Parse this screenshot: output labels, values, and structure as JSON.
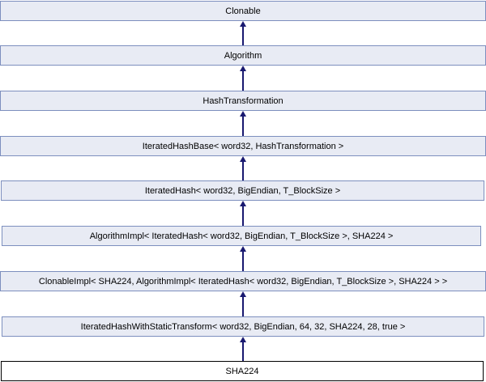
{
  "diagram": {
    "kind": "class-inheritance-diagram",
    "current_class": "SHA224",
    "colors": {
      "node_fill": "#e8ebf4",
      "node_border": "#7d8fbe",
      "current_node_fill": "#ffffff",
      "current_node_border": "#000000",
      "arrow": "#191970",
      "text": "#000000",
      "background": "#ffffff"
    },
    "nodes": [
      {
        "label": "Clonable",
        "current": false
      },
      {
        "label": "Algorithm",
        "current": false
      },
      {
        "label": "HashTransformation",
        "current": false
      },
      {
        "label": "IteratedHashBase< word32, HashTransformation >",
        "current": false
      },
      {
        "label": "IteratedHash< word32, BigEndian, T_BlockSize >",
        "current": false
      },
      {
        "label": "AlgorithmImpl< IteratedHash< word32, BigEndian, T_BlockSize >, SHA224 >",
        "current": false
      },
      {
        "label": "ClonableImpl< SHA224, AlgorithmImpl< IteratedHash< word32, BigEndian, T_BlockSize >, SHA224 > >",
        "current": false
      },
      {
        "label": "IteratedHashWithStaticTransform< word32, BigEndian, 64, 32, SHA224, 28, true >",
        "current": false
      },
      {
        "label": "SHA224",
        "current": true
      }
    ],
    "edges": [
      {
        "from": "Algorithm",
        "to": "Clonable",
        "type": "inheritance"
      },
      {
        "from": "HashTransformation",
        "to": "Algorithm",
        "type": "inheritance"
      },
      {
        "from": "IteratedHashBase< word32, HashTransformation >",
        "to": "HashTransformation",
        "type": "inheritance"
      },
      {
        "from": "IteratedHash< word32, BigEndian, T_BlockSize >",
        "to": "IteratedHashBase< word32, HashTransformation >",
        "type": "inheritance"
      },
      {
        "from": "AlgorithmImpl< IteratedHash< word32, BigEndian, T_BlockSize >, SHA224 >",
        "to": "IteratedHash< word32, BigEndian, T_BlockSize >",
        "type": "inheritance"
      },
      {
        "from": "ClonableImpl< SHA224, AlgorithmImpl< IteratedHash< word32, BigEndian, T_BlockSize >, SHA224 > >",
        "to": "AlgorithmImpl< IteratedHash< word32, BigEndian, T_BlockSize >, SHA224 >",
        "type": "inheritance"
      },
      {
        "from": "IteratedHashWithStaticTransform< word32, BigEndian, 64, 32, SHA224, 28, true >",
        "to": "ClonableImpl< SHA224, AlgorithmImpl< IteratedHash< word32, BigEndian, T_BlockSize >, SHA224 > >",
        "type": "inheritance"
      },
      {
        "from": "SHA224",
        "to": "IteratedHashWithStaticTransform< word32, BigEndian, 64, 32, SHA224, 28, true >",
        "type": "inheritance"
      }
    ]
  }
}
